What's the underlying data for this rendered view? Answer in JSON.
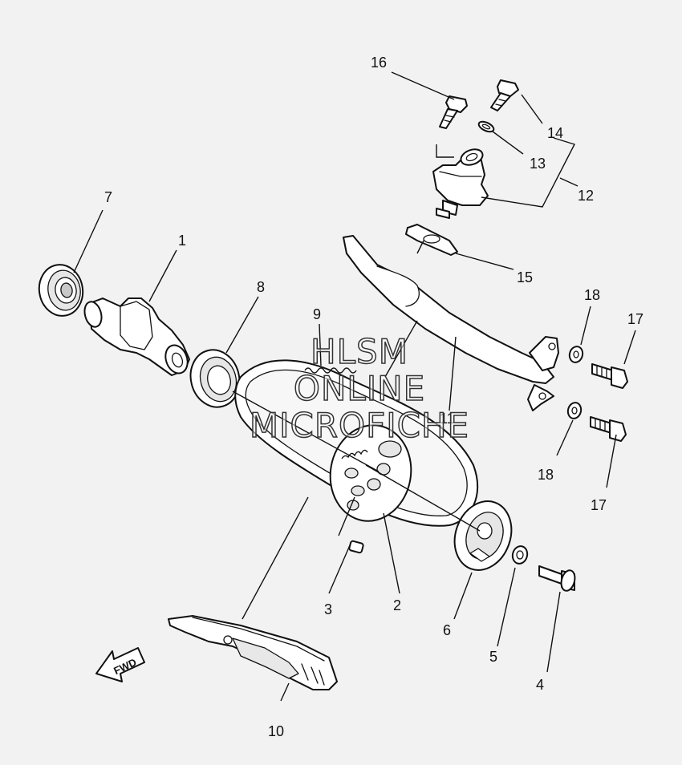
{
  "callouts": {
    "c1": "1",
    "c2": "2",
    "c3": "3",
    "c4": "4",
    "c5": "5",
    "c6": "6",
    "c7": "7",
    "c8": "8",
    "c9": "9",
    "c10": "10",
    "c11": "11",
    "c12": "12",
    "c13": "13",
    "c14": "14",
    "c15": "15",
    "c16": "16",
    "c17a": "17",
    "c17b": "17",
    "c18a": "18",
    "c18b": "18"
  },
  "fwd_label": "FWD",
  "watermark": {
    "line1": "HLSM",
    "line2": "ONLINE",
    "line3": "MICROFICHE"
  },
  "colors": {
    "background": "#f2f2f2",
    "ink": "#111111"
  }
}
